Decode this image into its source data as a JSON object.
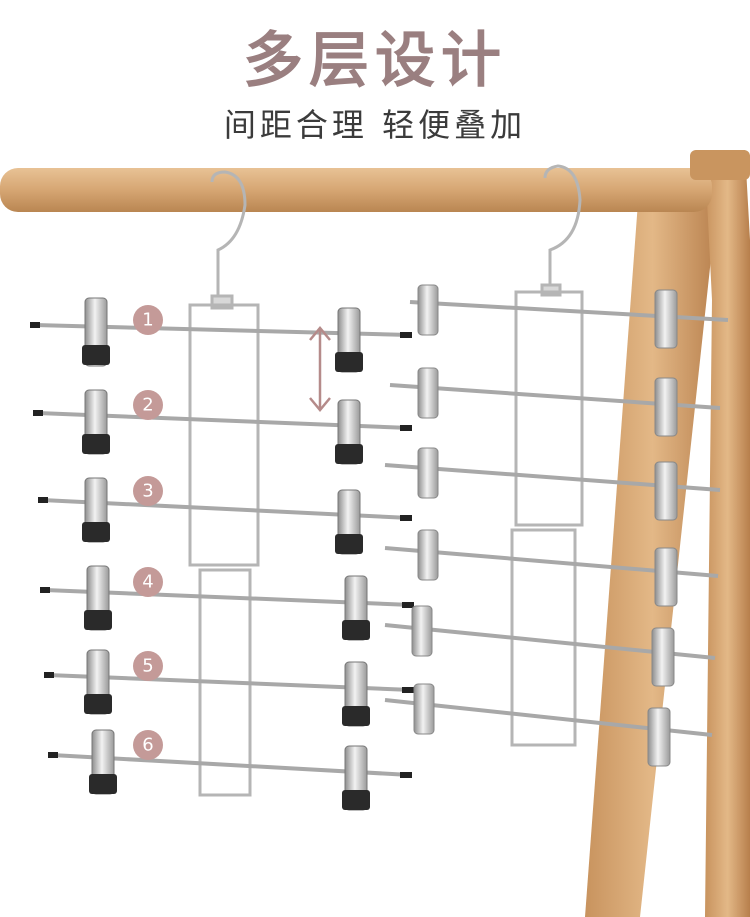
{
  "headline": "多层设计",
  "subline": "间距合理  轻便叠加",
  "badges": [
    "1",
    "2",
    "3",
    "4",
    "5",
    "6"
  ],
  "colors": {
    "headline": "#9a7f80",
    "badge": "#c49a98",
    "wood": "#d8a877",
    "wire": "#b8b8b8"
  }
}
